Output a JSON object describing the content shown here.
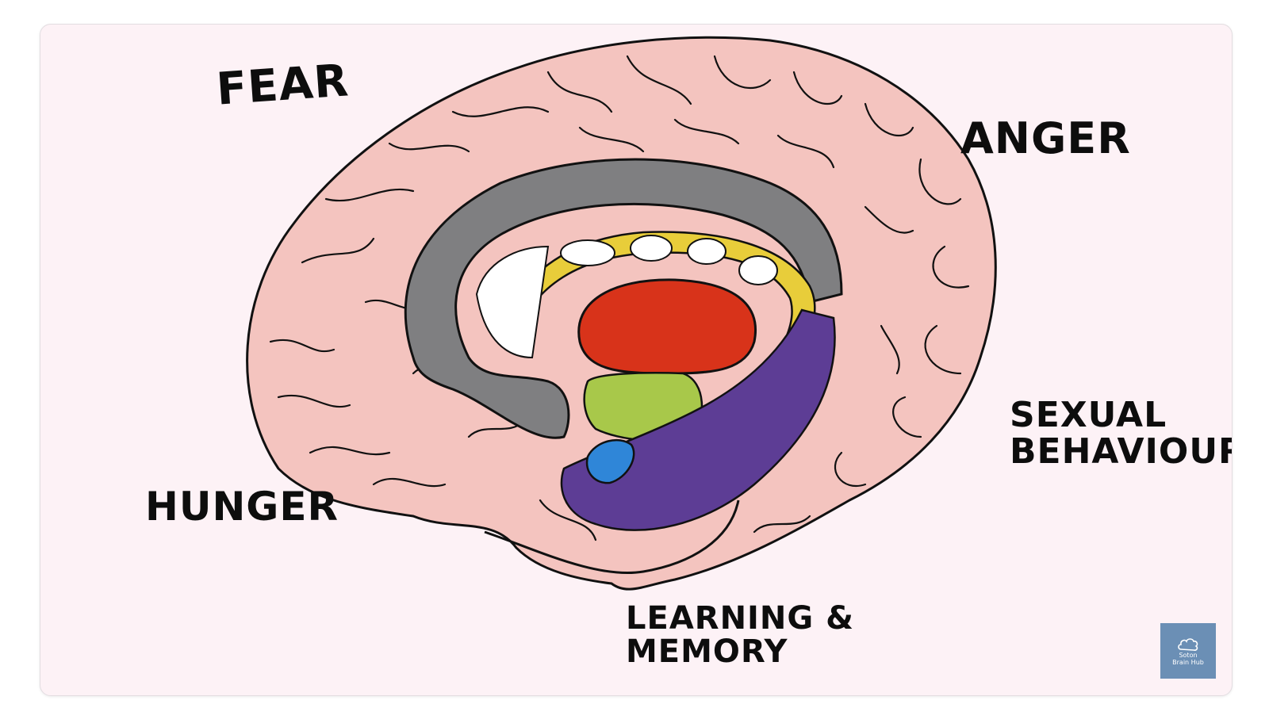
{
  "labels": {
    "fear": "FEAR",
    "anger": "ANGER",
    "sexual_line1": "SEXUAL",
    "sexual_line2": "BEHAVIOUR",
    "hunger": "HUNGER",
    "learning_line1": "LEARNING &",
    "learning_line2": "MEMORY"
  },
  "logo": {
    "line1": "Soton",
    "line2": "Brain Hub"
  },
  "colors": {
    "background": "#fdf2f6",
    "cortex": "#f4c4bf",
    "corpus_callosum": "#7f7f81",
    "fornix": "#e8cd3a",
    "thalamus": "#d8331a",
    "hypothalamus": "#a8c84a",
    "amygdala": "#2f86d8",
    "hippocampus": "#5d3d95",
    "logo": "#6b8fb5"
  },
  "icons": {
    "brain": "brain-limbic-system-illustration",
    "logo": "brain-cloud-icon"
  }
}
